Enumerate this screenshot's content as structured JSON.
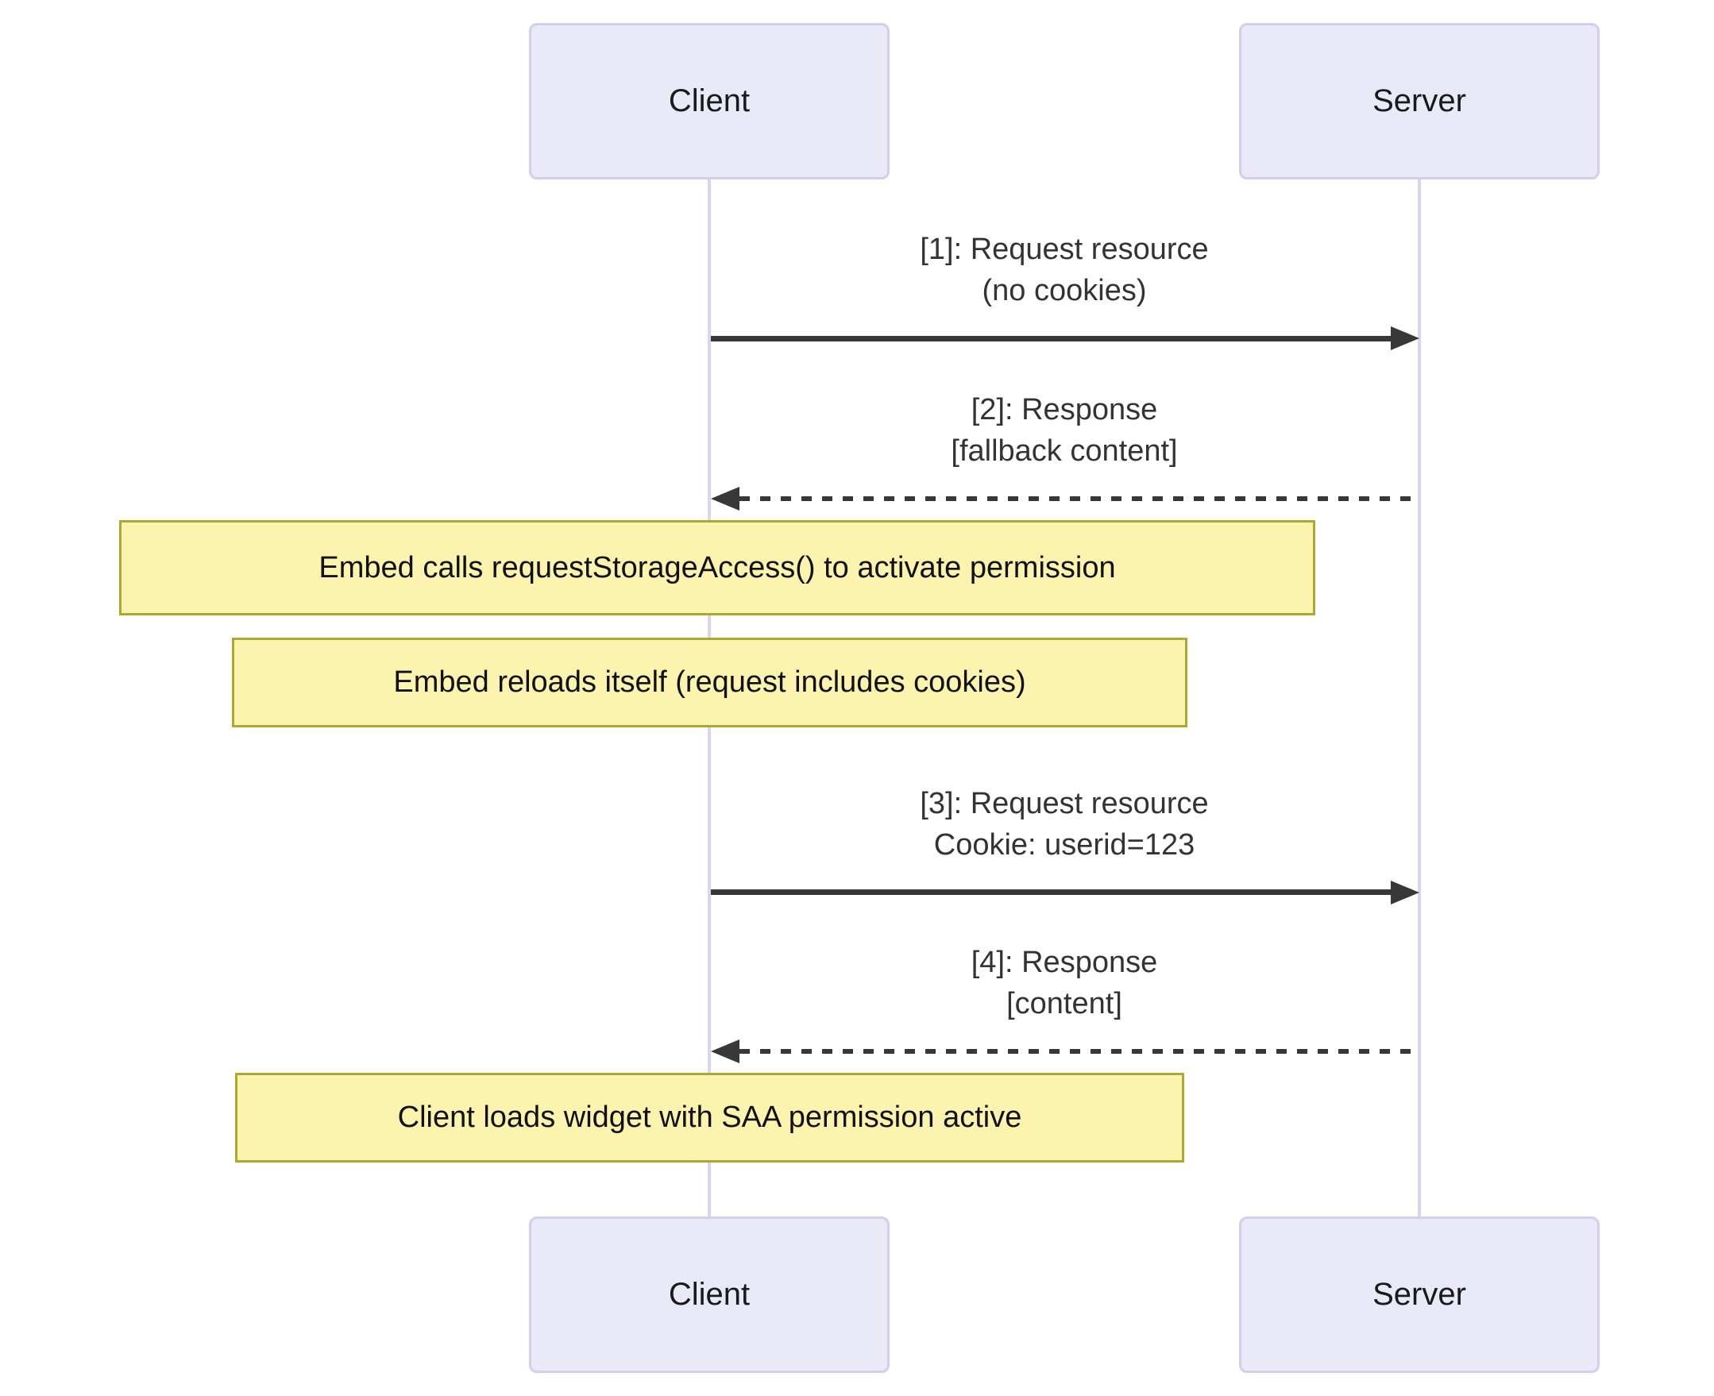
{
  "diagram": {
    "type": "sequence-diagram",
    "actors": [
      {
        "id": "client",
        "label": "Client"
      },
      {
        "id": "server",
        "label": "Server"
      }
    ],
    "messages": [
      {
        "seq": "1",
        "from": "client",
        "to": "server",
        "line_style": "solid",
        "line1": "[1]: Request resource",
        "line2": "(no cookies)"
      },
      {
        "seq": "2",
        "from": "server",
        "to": "client",
        "line_style": "dashed",
        "line1": "[2]: Response",
        "line2": "[fallback content]"
      },
      {
        "seq": "3",
        "from": "client",
        "to": "server",
        "line_style": "solid",
        "line1": "[3]: Request resource",
        "line2": "Cookie: userid=123"
      },
      {
        "seq": "4",
        "from": "server",
        "to": "client",
        "line_style": "dashed",
        "line1": "[4]: Response",
        "line2": "[content]"
      }
    ],
    "notes": [
      {
        "over": "client",
        "text": "Embed calls requestStorageAccess() to activate permission"
      },
      {
        "over": "client",
        "text": "Embed reloads itself (request includes cookies)"
      },
      {
        "over": "client",
        "text": "Client loads widget with SAA permission active"
      }
    ],
    "colors": {
      "background": "#FFFFFF",
      "actor_fill": "#EAE9F8",
      "actor_border": "#D6CCEC",
      "lifeline": "#DCD3F0",
      "note_fill": "#FBF3AE",
      "note_border": "#AAAA33",
      "arrow": "#383838",
      "message_text": "#333333"
    }
  }
}
